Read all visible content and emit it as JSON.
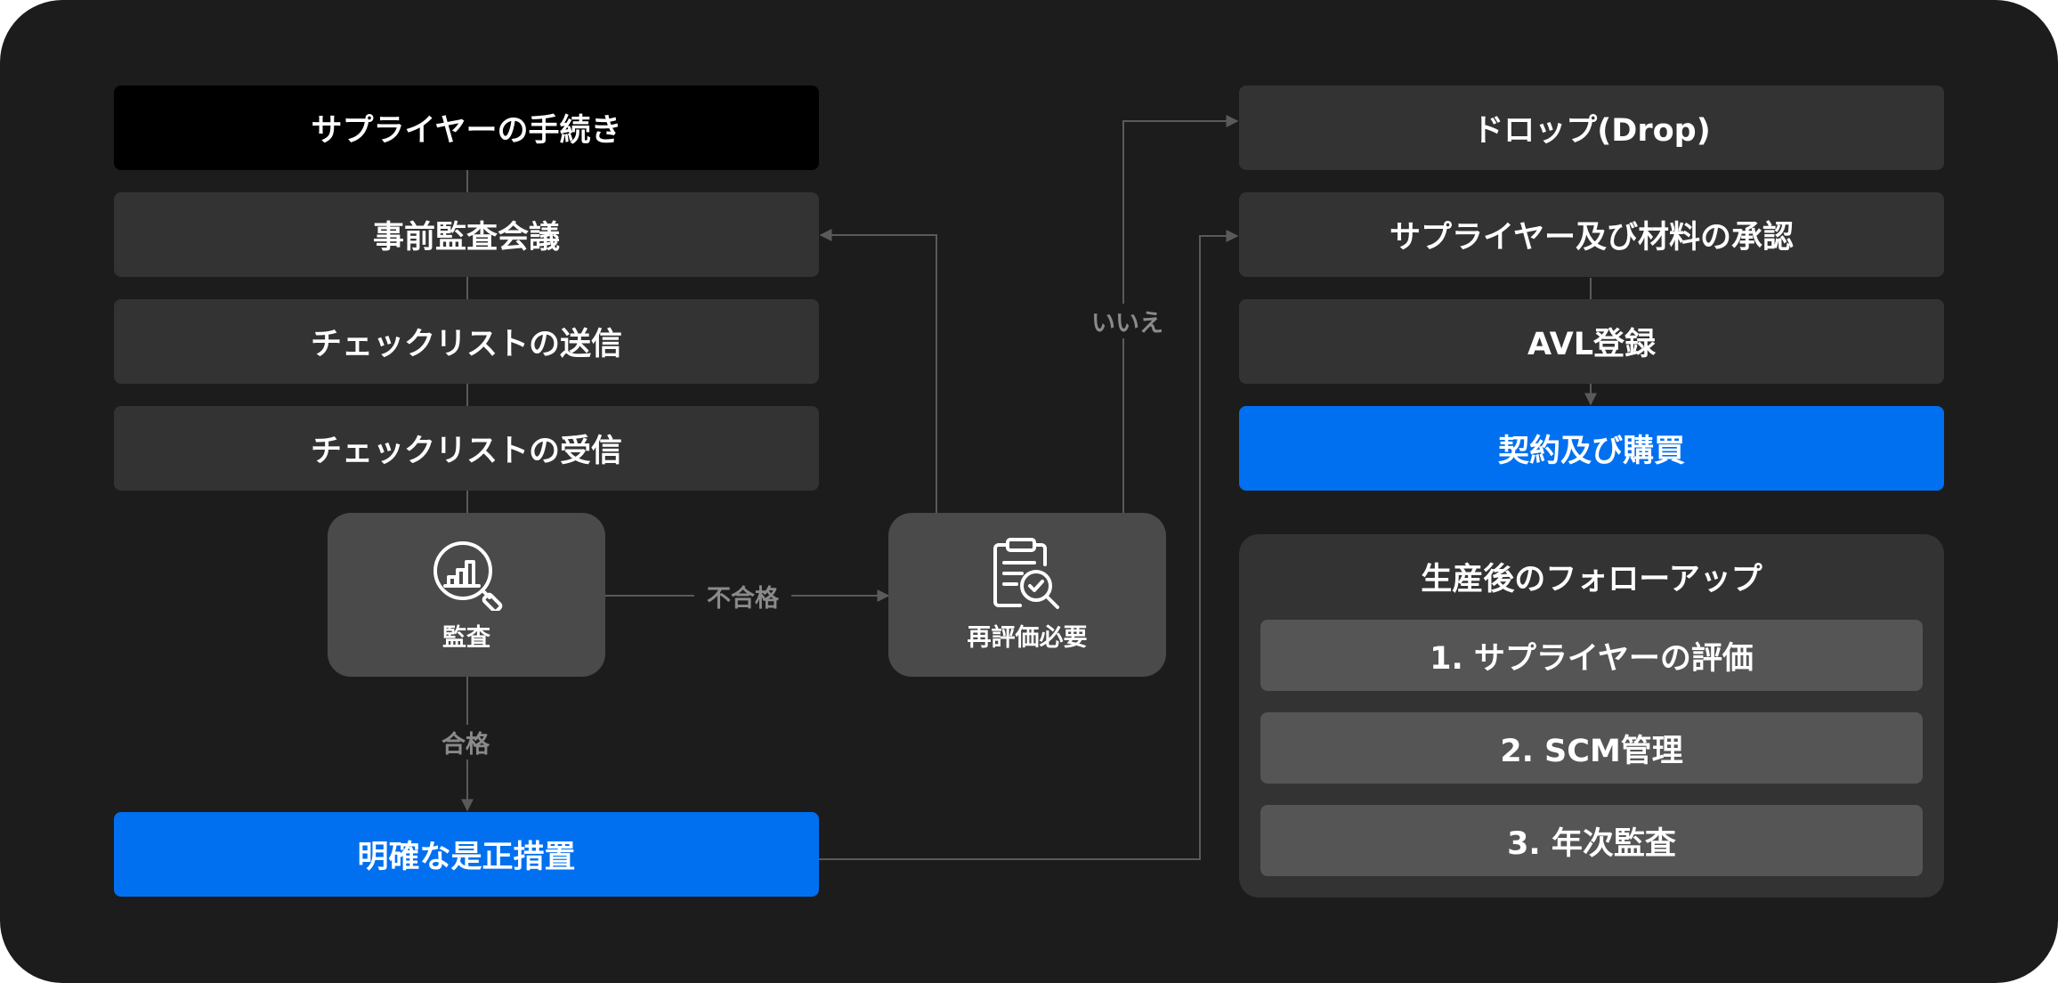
{
  "steps": {
    "supplier_procedure": "サプライヤーの手続き",
    "pre_audit_meeting": "事前監査会議",
    "checklist_send": "チェックリストの送信",
    "checklist_receive": "チェックリストの受信",
    "audit": "監査",
    "reevaluation": "再評価必要",
    "corrective_action": "明確な是正措置",
    "drop": "ドロップ(Drop)",
    "approval": "サプライヤー及び材料の承認",
    "avl": "AVL登録",
    "contract": "契約及び購買"
  },
  "edge_labels": {
    "fail": "不合格",
    "pass": "合格",
    "no": "いいえ"
  },
  "followup": {
    "title": "生産後のフォローアップ",
    "items": [
      "1. サプライヤーの評価",
      "2. SCM管理",
      "3. 年次監査"
    ]
  },
  "colors": {
    "background": "#1c1c1c",
    "box": "#333333",
    "start": "#000000",
    "accent": "#0070f0",
    "connector": "#5a5a5a"
  },
  "icons": {
    "audit": "magnifier-chart-icon",
    "reevaluation": "clipboard-search-icon"
  }
}
